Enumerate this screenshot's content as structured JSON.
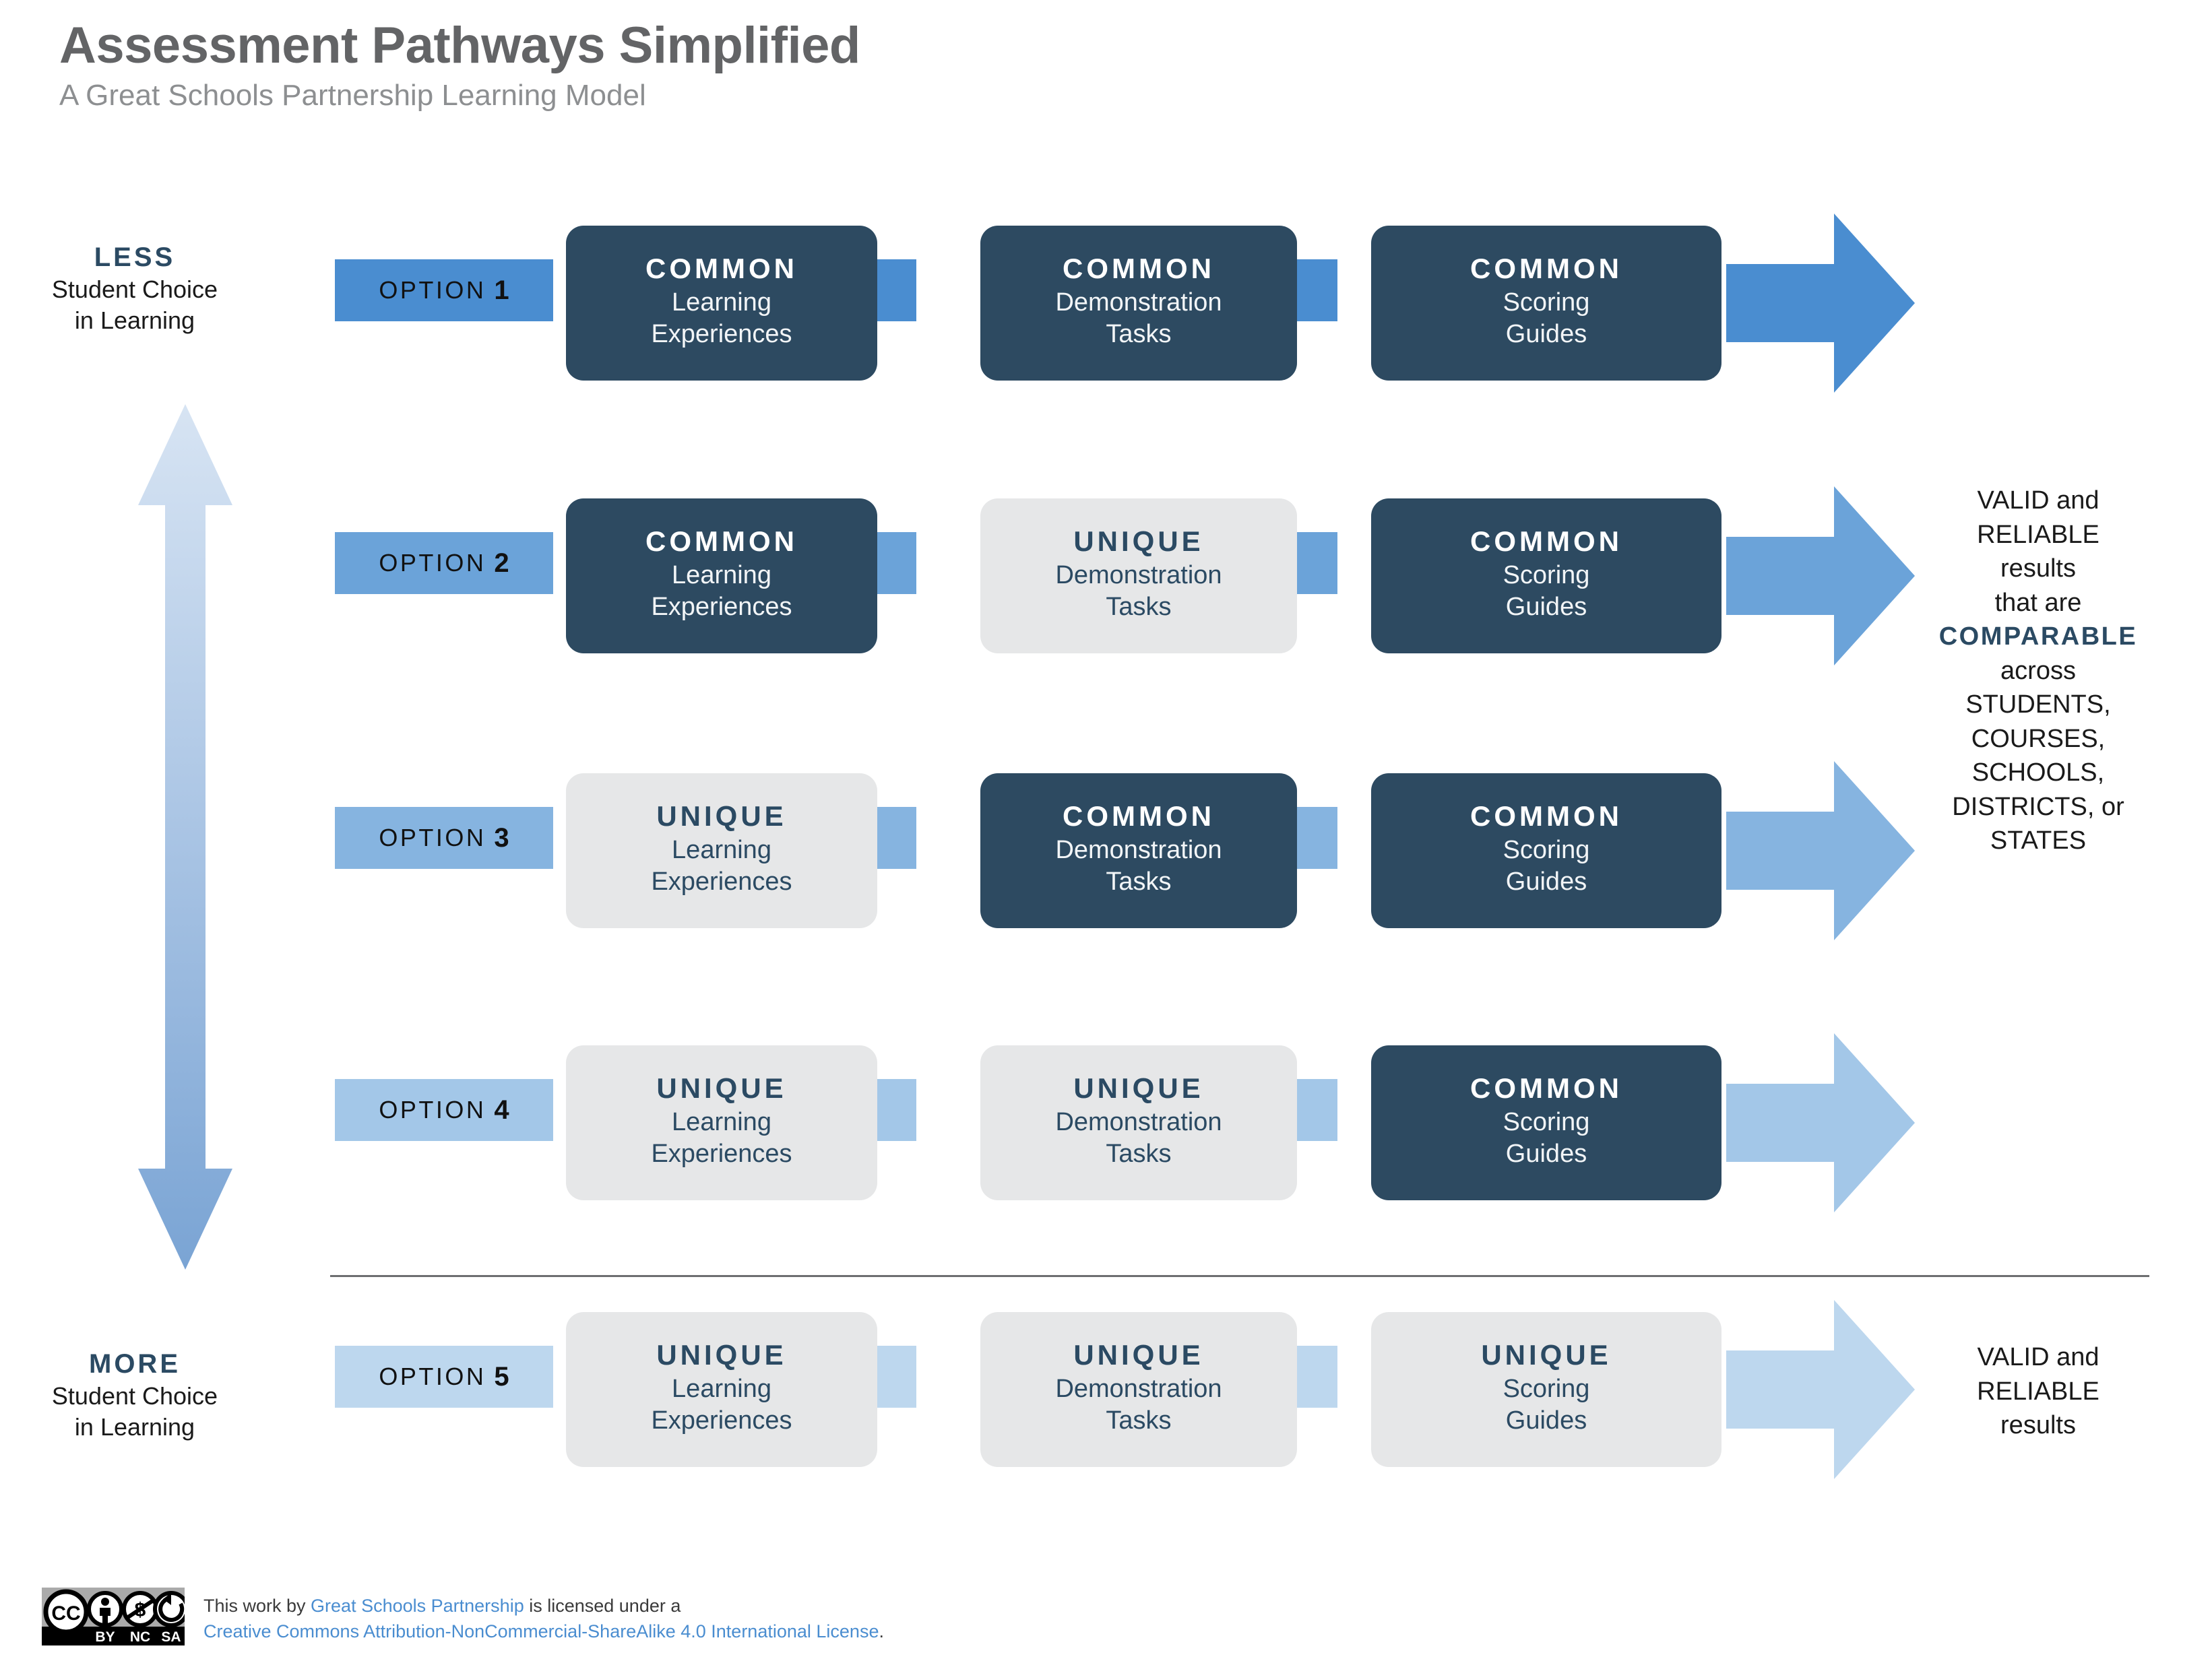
{
  "header": {
    "title": "Assessment Pathways Simplified",
    "subtitle": "A Great Schools Partnership Learning Model"
  },
  "axis": {
    "top": {
      "strong": "LESS",
      "line1": "Student Choice",
      "line2": "in Learning"
    },
    "bottom": {
      "strong": "MORE",
      "line1": "Student Choice",
      "line2": "in Learning"
    },
    "arrow_name": "student-choice-double-arrow"
  },
  "colors": {
    "common_box": "#2d4a61",
    "unique_box": "#e6e7e8",
    "navy_text": "#2b4a63",
    "title_gray": "#636466",
    "subtitle_gray": "#8d8f91",
    "link_blue": "#4a8dd0",
    "row_blues": [
      "#4a8dd0",
      "#6ba3d9",
      "#86b4e0",
      "#a3c7e8",
      "#bdd7ee"
    ],
    "divider": "#6d6e70"
  },
  "columns": [
    "Learning Experiences",
    "Demonstration Tasks",
    "Scoring Guides"
  ],
  "rows": [
    {
      "option_word": "OPTION",
      "option_number": "1",
      "accent": "#4a8dd0",
      "boxes": [
        {
          "kind": "COMMON",
          "sub1": "Learning",
          "sub2": "Experiences",
          "style": "common"
        },
        {
          "kind": "COMMON",
          "sub1": "Demonstration",
          "sub2": "Tasks",
          "style": "common"
        },
        {
          "kind": "COMMON",
          "sub1": "Scoring",
          "sub2": "Guides",
          "style": "common"
        }
      ]
    },
    {
      "option_word": "OPTION",
      "option_number": "2",
      "accent": "#6ba3d9",
      "boxes": [
        {
          "kind": "COMMON",
          "sub1": "Learning",
          "sub2": "Experiences",
          "style": "common"
        },
        {
          "kind": "UNIQUE",
          "sub1": "Demonstration",
          "sub2": "Tasks",
          "style": "unique"
        },
        {
          "kind": "COMMON",
          "sub1": "Scoring",
          "sub2": "Guides",
          "style": "common"
        }
      ]
    },
    {
      "option_word": "OPTION",
      "option_number": "3",
      "accent": "#86b4e0",
      "boxes": [
        {
          "kind": "UNIQUE",
          "sub1": "Learning",
          "sub2": "Experiences",
          "style": "unique"
        },
        {
          "kind": "COMMON",
          "sub1": "Demonstration",
          "sub2": "Tasks",
          "style": "common"
        },
        {
          "kind": "COMMON",
          "sub1": "Scoring",
          "sub2": "Guides",
          "style": "common"
        }
      ]
    },
    {
      "option_word": "OPTION",
      "option_number": "4",
      "accent": "#a3c7e8",
      "boxes": [
        {
          "kind": "UNIQUE",
          "sub1": "Learning",
          "sub2": "Experiences",
          "style": "unique"
        },
        {
          "kind": "UNIQUE",
          "sub1": "Demonstration",
          "sub2": "Tasks",
          "style": "unique"
        },
        {
          "kind": "COMMON",
          "sub1": "Scoring",
          "sub2": "Guides",
          "style": "common"
        }
      ]
    },
    {
      "option_word": "OPTION",
      "option_number": "5",
      "accent": "#bdd7ee",
      "boxes": [
        {
          "kind": "UNIQUE",
          "sub1": "Learning",
          "sub2": "Experiences",
          "style": "unique"
        },
        {
          "kind": "UNIQUE",
          "sub1": "Demonstration",
          "sub2": "Tasks",
          "style": "unique"
        },
        {
          "kind": "UNIQUE",
          "sub1": "Scoring",
          "sub2": "Guides",
          "style": "unique"
        }
      ]
    }
  ],
  "outcomes": {
    "top": {
      "l1": "VALID and",
      "l2": "RELIABLE",
      "l3": "results",
      "l4": "that are",
      "highlight": "COMPARABLE",
      "l5": "across",
      "l6": "STUDENTS,",
      "l7": "COURSES,",
      "l8": "SCHOOLS,",
      "l9": "DISTRICTS, or",
      "l10": "STATES"
    },
    "bottom": {
      "l1": "VALID and",
      "l2": "RELIABLE",
      "l3": "results"
    }
  },
  "footer": {
    "line1_pre": "This work by ",
    "line1_link": "Great Schools Partnership",
    "line1_post": " is licensed under a",
    "line2_link": "Creative Commons Attribution-NonCommercial-ShareAlike 4.0 International License",
    "line2_post": ".",
    "badge": {
      "cc": "CC",
      "by": "BY",
      "nc": "NC",
      "sa": "SA"
    }
  }
}
